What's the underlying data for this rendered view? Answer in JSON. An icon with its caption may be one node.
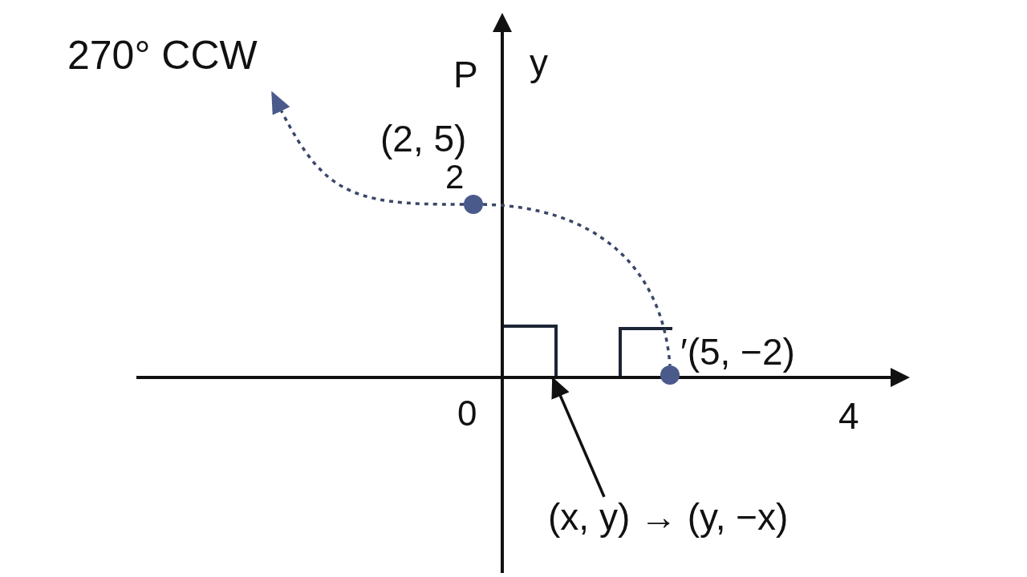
{
  "diagram": {
    "nodes": [
      {
        "text": [],
        "shape": "circle"
      },
      {
        "text": [],
        "shape": "circle"
      },
      {
        "text": [
          "(x, y) → (y, −x)"
        ]
      },
      {
        "text": [],
        "shape": "box"
      }
    ],
    "edges": [
      {
        "from": 0,
        "to": 1,
        "arrow": "none",
        "style": "dashed"
      },
      {
        "from": 0,
        "to": null,
        "arrow": "to",
        "style": "dashed"
      },
      {
        "from": 2,
        "to": 3,
        "arrow": "to",
        "color": "#111111"
      }
    ],
    "labels": [
      "270° CCW",
      "P",
      "y",
      "(2, 5)",
      "2",
      "′(5, −2)",
      "0",
      "4"
    ]
  }
}
